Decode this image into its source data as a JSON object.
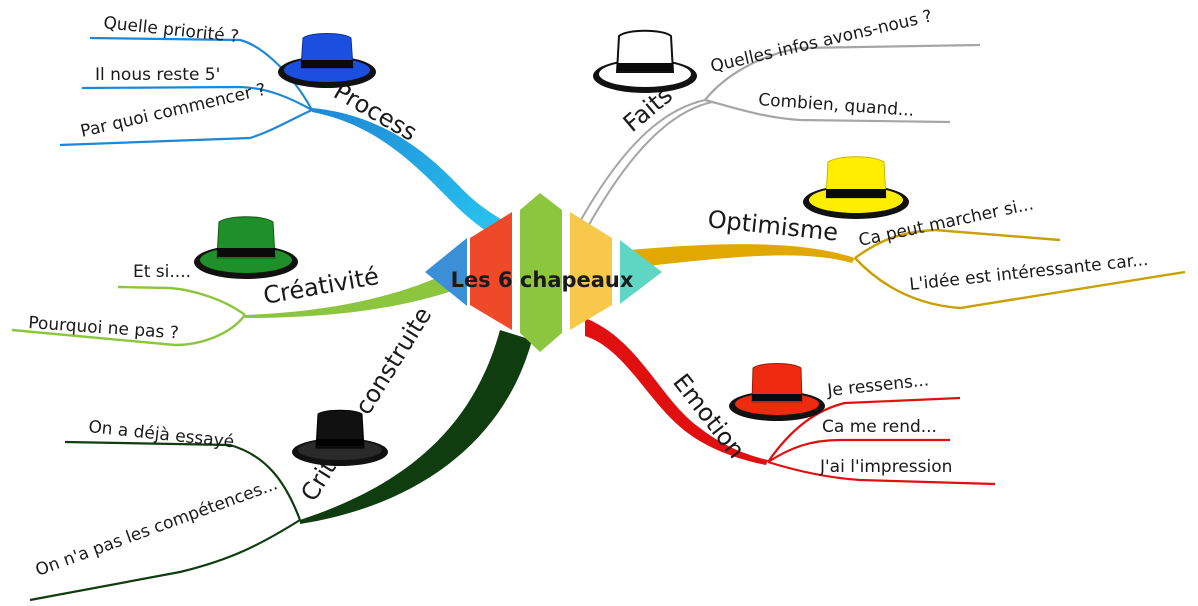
{
  "central": {
    "label": "Les 6 chapeaux"
  },
  "branches": {
    "process": {
      "label": "Process",
      "color": "#1e88d6",
      "hat_color": "#1a4fe0",
      "leaves": [
        "Quelle priorité ?",
        "Il nous reste 5'",
        "Par quoi commencer ?"
      ]
    },
    "creativite": {
      "label": "Créativité",
      "color": "#8cc63f",
      "hat_color": "#1f8f2a",
      "leaves": [
        "Et si....",
        "Pourquoi ne pas ?"
      ]
    },
    "critique": {
      "label": "Critique construite",
      "color": "#0f3d0f",
      "hat_color": "#111111",
      "leaves": [
        "On a déjà essayé",
        "On n'a pas les compétences..."
      ]
    },
    "faits": {
      "label": "Faits",
      "color": "#a6a6a6",
      "hat_color": "#ffffff",
      "leaves": [
        "Quelles infos avons-nous ?",
        "Combien, quand..."
      ]
    },
    "optimisme": {
      "label": "Optimisme",
      "color": "#e0a800",
      "hat_color": "#ffee00",
      "leaves": [
        "Ca peut marcher si...",
        "L'idée est intéressante car..."
      ]
    },
    "emotion": {
      "label": "Emotion",
      "color": "#e01010",
      "hat_color": "#ee2a10",
      "leaves": [
        "Je ressens...",
        "Ca me rend...",
        "J'ai l'impression"
      ]
    }
  }
}
